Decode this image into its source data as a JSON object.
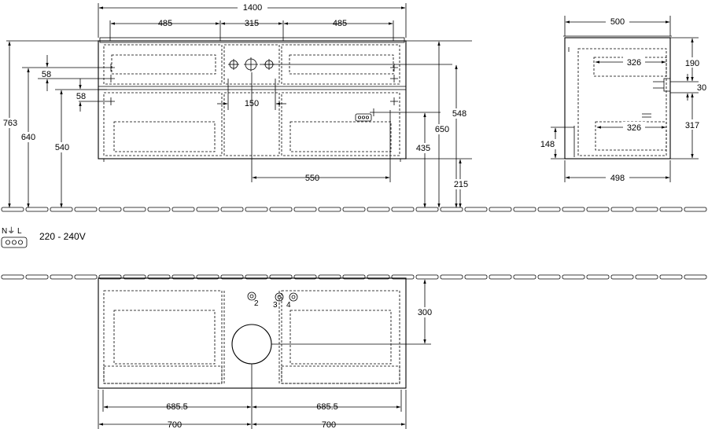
{
  "front_view": {
    "dims": {
      "overall_width": "1400",
      "drawer_left": "485",
      "center": "315",
      "drawer_right": "485",
      "left_58_top": "58",
      "left_58_mid": "58",
      "center_150": "150",
      "total_763": "763",
      "h_640": "640",
      "h_540": "540",
      "h_548": "548",
      "h_435": "435",
      "h_650": "650",
      "h_215": "215",
      "w_550": "550"
    }
  },
  "side_view": {
    "dims": {
      "depth_top": "500",
      "depth_bottom": "498",
      "inner_top": "326",
      "inner_bottom": "326",
      "h_190": "190",
      "h_30": "30",
      "h_317": "317",
      "h_148": "148"
    }
  },
  "electrical": {
    "symbol": "N⏚ L",
    "voltage": "220 - 240V"
  },
  "top_view": {
    "dims": {
      "depth_300": "300",
      "half_left_inner": "685.5",
      "half_right_inner": "685.5",
      "half_left": "700",
      "half_right": "700"
    },
    "callouts": [
      "2",
      "3",
      "4"
    ]
  }
}
